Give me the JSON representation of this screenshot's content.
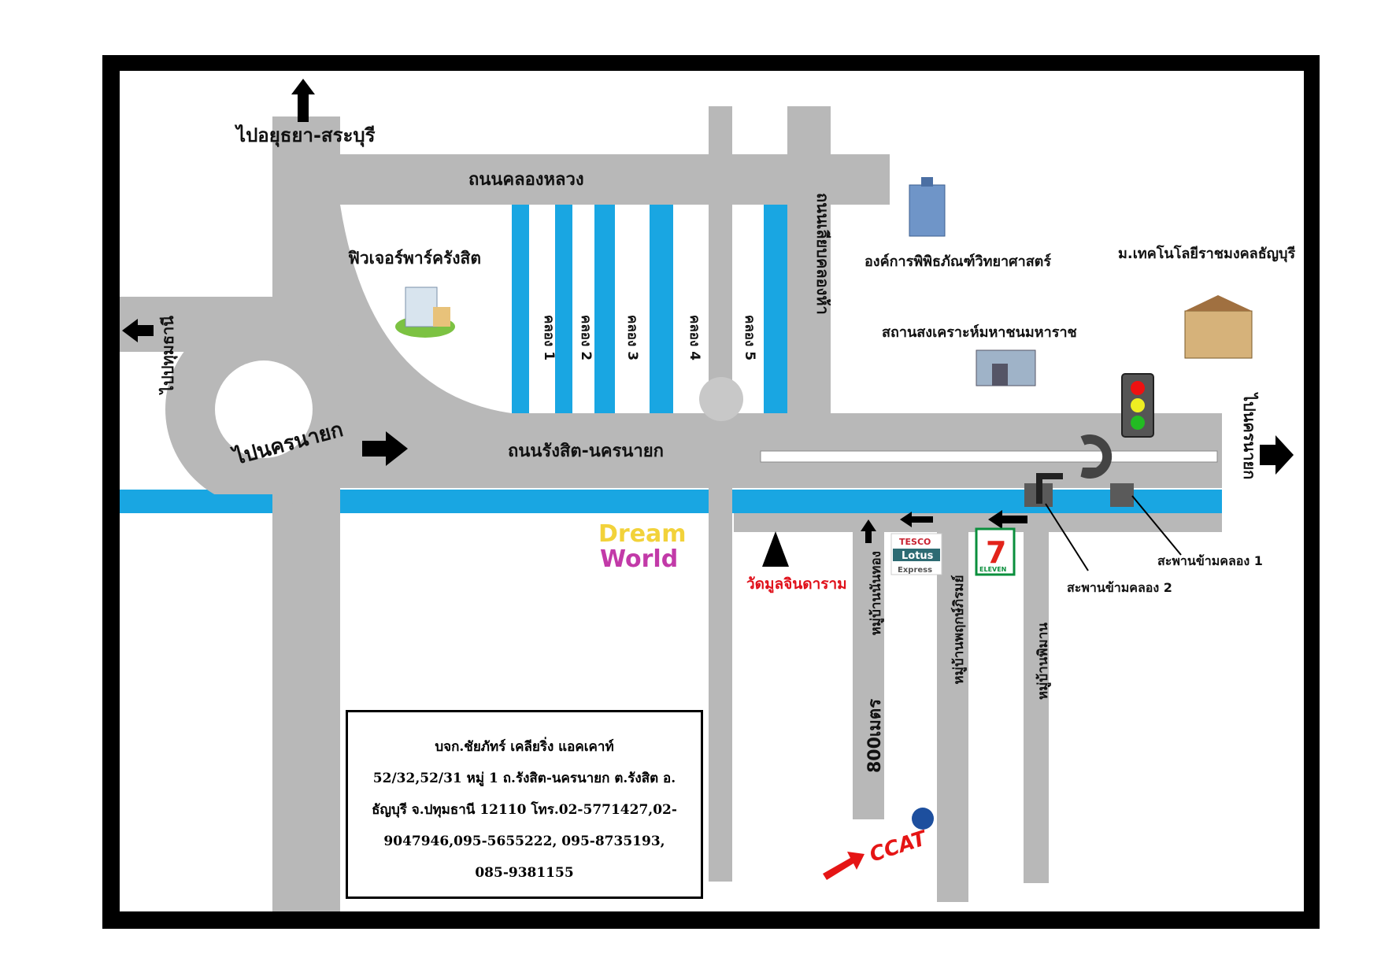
{
  "colors": {
    "frame": "#000000",
    "road": "#b8b8b8",
    "canal": "#19a6e2",
    "roundabout_inner": "#ffffff",
    "bridge": "#5a5a5a",
    "temple_text": "#e0101a"
  },
  "labels": {
    "to_ayutthaya": "ไปอยุธยา-สระบุรี",
    "khlong_luang_road": "ถนนคลองหลวง",
    "future_park": "ฟิวเจอร์พาร์ครังสิต",
    "khlong_1": "คลอง 1",
    "khlong_2": "คลอง 2",
    "khlong_3": "คลอง 3",
    "khlong_4": "คลอง 4",
    "khlong_5": "คลอง 5",
    "khlong_ha_road": "ถนนเลียบคลองห้า",
    "science_museum": "องค์การพิพิธภัณฑ์วิทยาศาสตร์",
    "rmutt": "ม.เทคโนโลยีราชมงคลธัญบุรี",
    "mahidol_center": "สถานสงเคราะห์มหาชนมหาราช",
    "to_pathum": "ไปปทุมธานี",
    "to_nakhon_nayok_left": "ไปนครนายก",
    "rangsit_road": "ถนนรังสิต-นครนายก",
    "to_nakhon_nayok_right": "ไปนครนายก",
    "temple": "วัดมูลจินดาราม",
    "bridge_1": "สะพานข้ามคลอง 1",
    "bridge_2": "สะพานข้ามคลอง 2",
    "village_nanthong": "หมู่บ้านนันทอง",
    "village_phisit": "หมู่บ้านพฤกษ์ภิรมย์",
    "village_pimon": "หมู่บ้านพิมาน",
    "distance": "800เมตร",
    "dream_world_1": "Dream",
    "dream_world_2": "World",
    "tesco": "TESCO",
    "lotus": "Lotus",
    "express": "Express",
    "seven": "7",
    "seven_sub": "ELEVEN",
    "ccat": "CCAT"
  },
  "address": {
    "line1": "บจก.ชัยภัทร์ เคลียริ่ง แอคเคาท์",
    "line2": "52/32,52/31 หมู่ 1 ถ.รังสิต-นครนายก ต.รังสิต อ.",
    "line3": "ธัญบุรี จ.ปทุมธานี 12110 โทร.02-5771427,02-",
    "line4": "9047946,095-5655222, 095-8735193,",
    "line5": "085-9381155"
  }
}
